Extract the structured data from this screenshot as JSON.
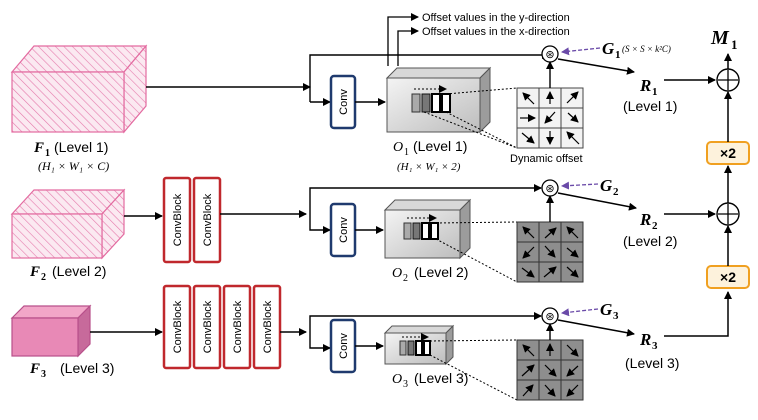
{
  "offset_top": {
    "y_direction": "Offset values in the y-direction",
    "x_direction": "Offset values in the x-direction"
  },
  "output": {
    "label": "M",
    "sub": "1"
  },
  "levels": [
    {
      "feature": {
        "sym": "F",
        "sub": "1",
        "name": "(Level 1)",
        "dims": "(H₁ × W₁ × C)"
      },
      "conv_label": "Conv",
      "offset_map": {
        "sym": "O",
        "sub": "1",
        "name": "(Level 1)",
        "dims": "(H₁ × W₁ × 2)"
      },
      "dynamic_offset_label": "Dynamic offset",
      "g": {
        "sym": "G",
        "sub": "1",
        "dims": "(S × S × k²C)"
      },
      "r": {
        "sym": "R",
        "sub": "1",
        "name": "(Level 1)"
      }
    },
    {
      "feature": {
        "sym": "F",
        "sub": "2",
        "name": "(Level 2)"
      },
      "convblocks": [
        "ConvBlock",
        "ConvBlock"
      ],
      "conv_label": "Conv",
      "offset_map": {
        "sym": "O",
        "sub": "2",
        "name": "(Level 2)"
      },
      "g": {
        "sym": "G",
        "sub": "2"
      },
      "r": {
        "sym": "R",
        "sub": "2",
        "name": "(Level 2)"
      }
    },
    {
      "feature": {
        "sym": "F",
        "sub": "3",
        "name": "(Level 3)"
      },
      "convblocks": [
        "ConvBlock",
        "ConvBlock",
        "ConvBlock",
        "ConvBlock"
      ],
      "conv_label": "Conv",
      "offset_map": {
        "sym": "O",
        "sub": "3",
        "name": "(Level 3)"
      },
      "g": {
        "sym": "G",
        "sub": "3"
      },
      "r": {
        "sym": "R",
        "sub": "3",
        "name": "(Level 3)"
      }
    }
  ],
  "upsample_label": "×2",
  "conv_symbol": "⊛",
  "colors": {
    "conv_border": "#1f3a6e",
    "convblock_border": "#c0282d",
    "upsample_border": "#f0a020",
    "upsample_fill": "#fdf2dc",
    "g_arrow": "#6a4aa8",
    "feature_hatch": "#e36ba0",
    "feature3_fill": "#e889b6"
  }
}
